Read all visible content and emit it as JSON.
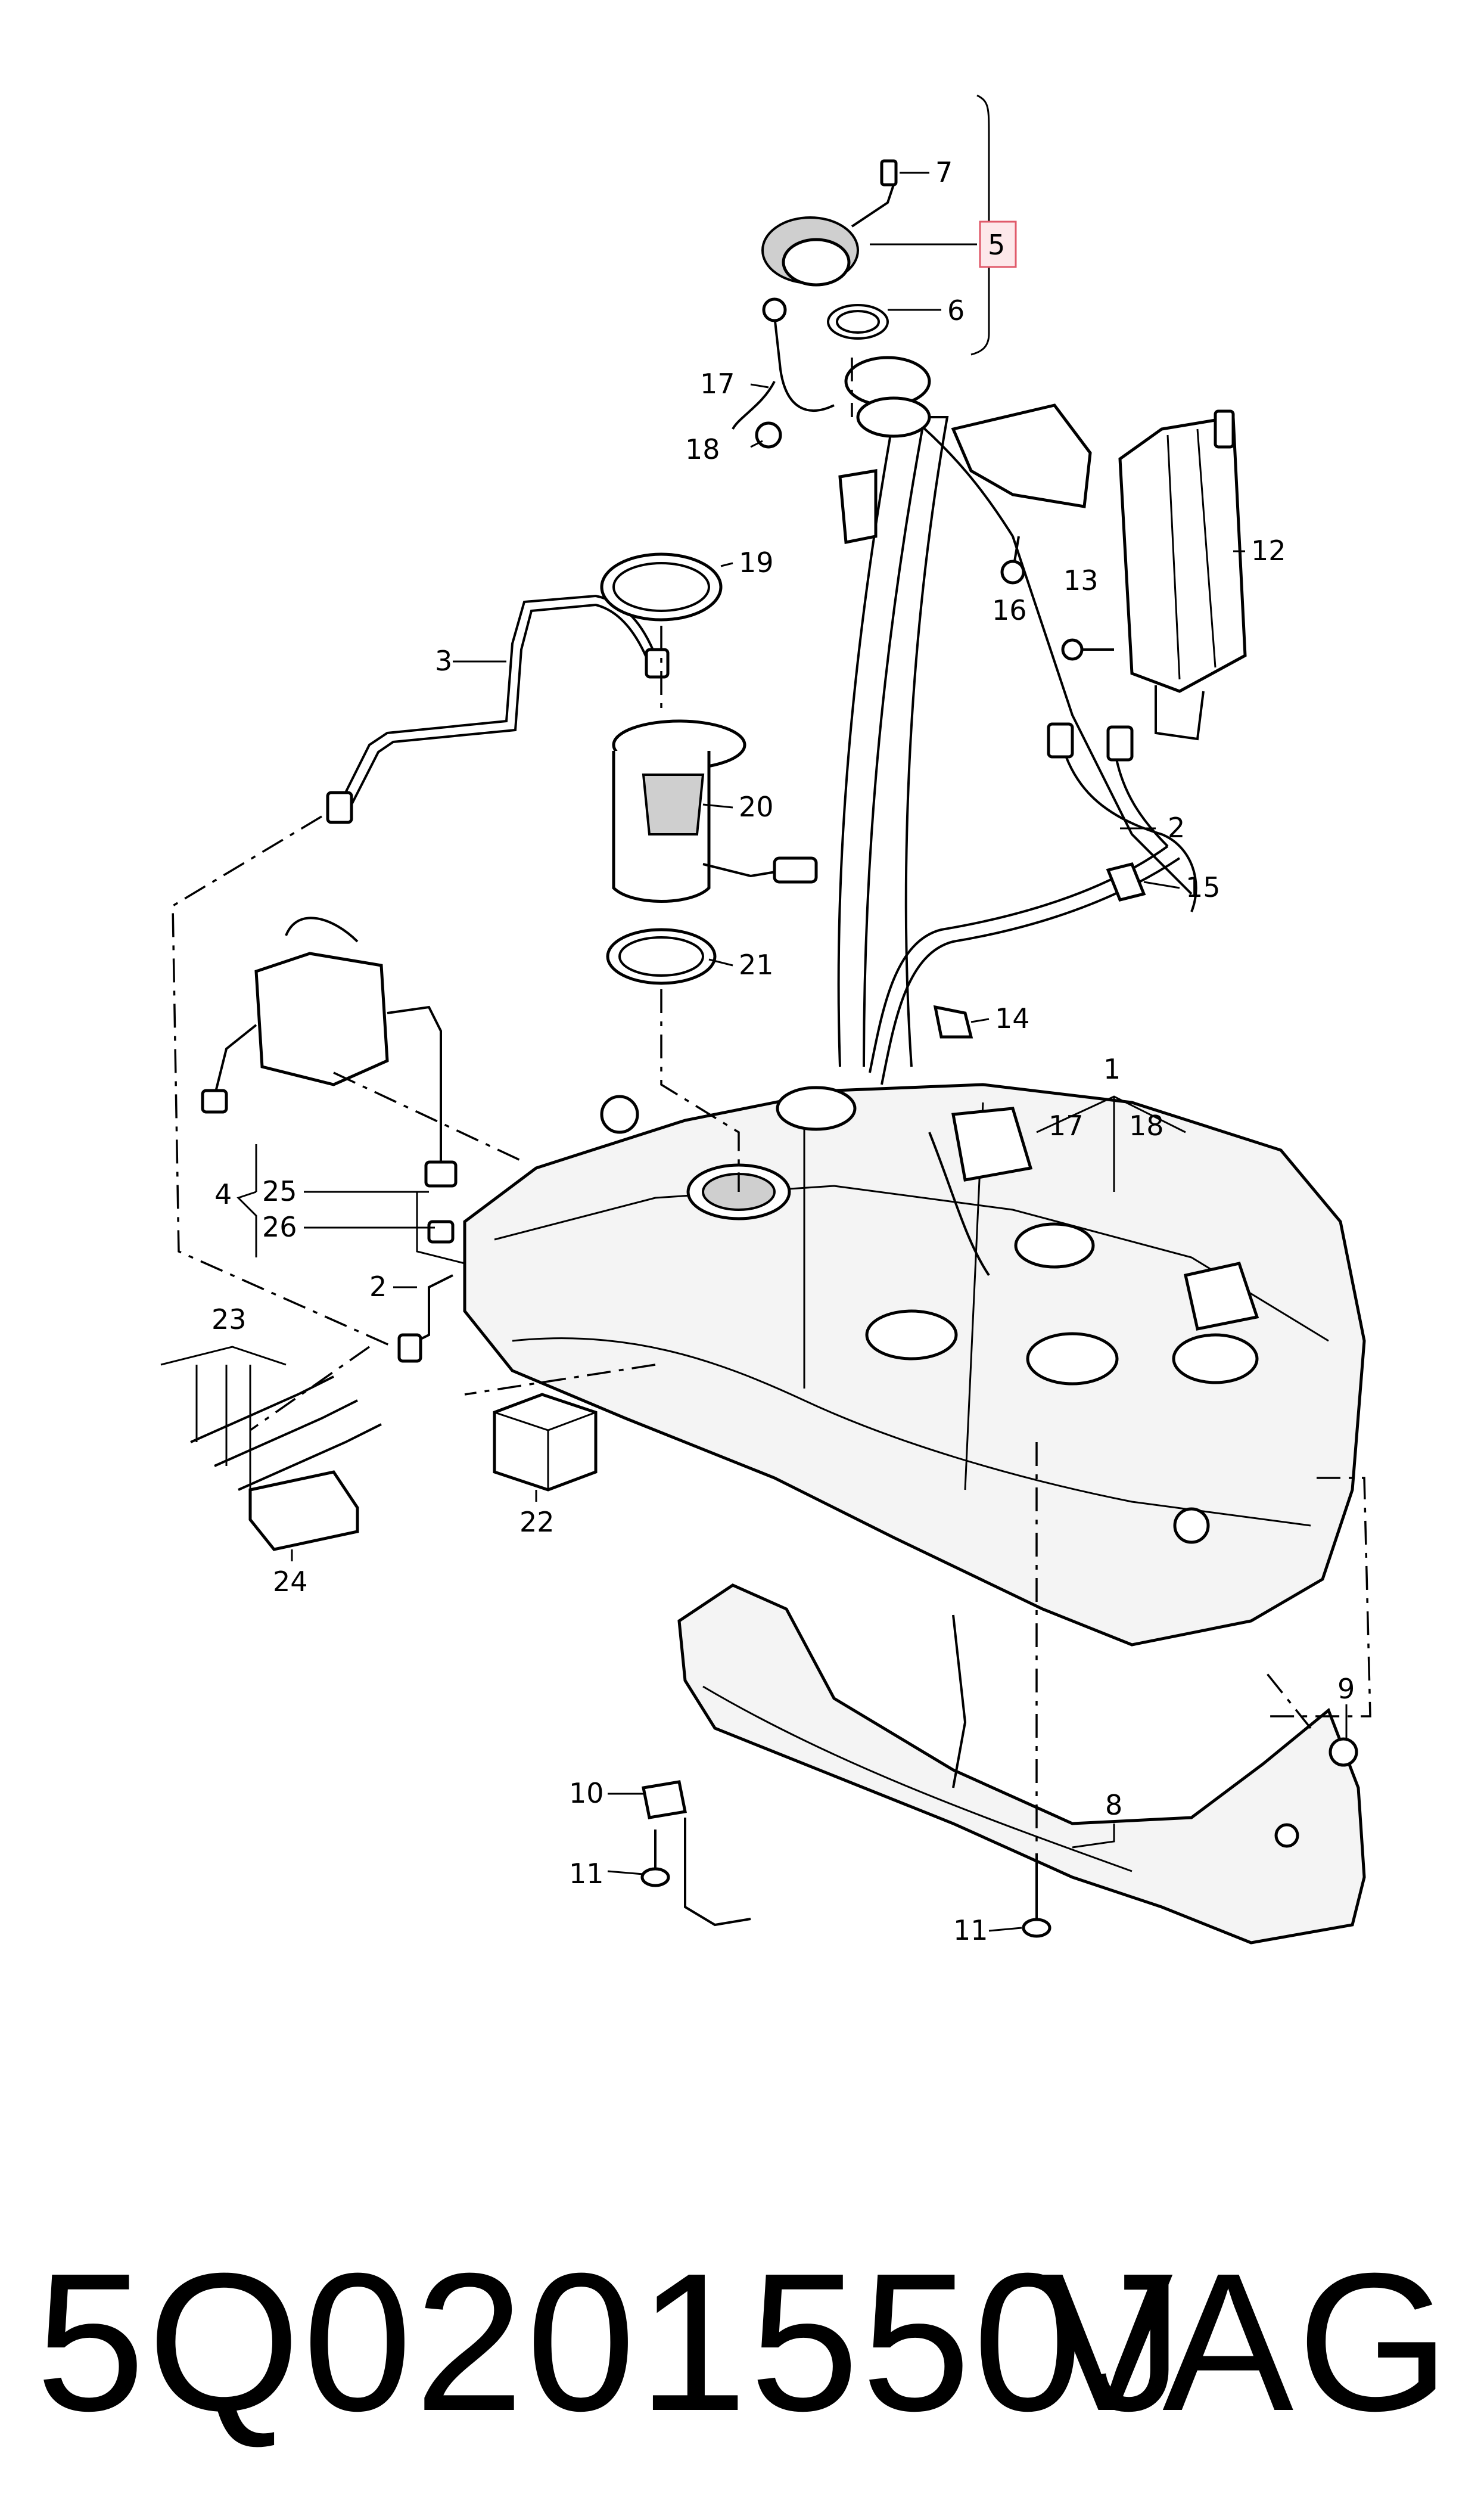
{
  "diagram": {
    "callouts": {
      "c1": "1",
      "c2a": "2",
      "c2b": "2",
      "c3": "3",
      "c4": "4",
      "c5": "5",
      "c6": "6",
      "c7": "7",
      "c8": "8",
      "c9": "9",
      "c10": "10",
      "c11a": "11",
      "c11b": "11",
      "c12": "12",
      "c13": "13",
      "c14": "14",
      "c15": "15",
      "c16": "16",
      "c17a": "17",
      "c17b": "17",
      "c18a": "18",
      "c18b": "18",
      "c19": "19",
      "c20": "20",
      "c21": "21",
      "c22": "22",
      "c23": "23",
      "c24": "24",
      "c25": "25",
      "c26": "26"
    },
    "highlight_color": "#e05a6a",
    "highlight_fill": "#fde8ea"
  },
  "footer": {
    "part_number": "5Q0201550J",
    "brand": "VAG"
  }
}
